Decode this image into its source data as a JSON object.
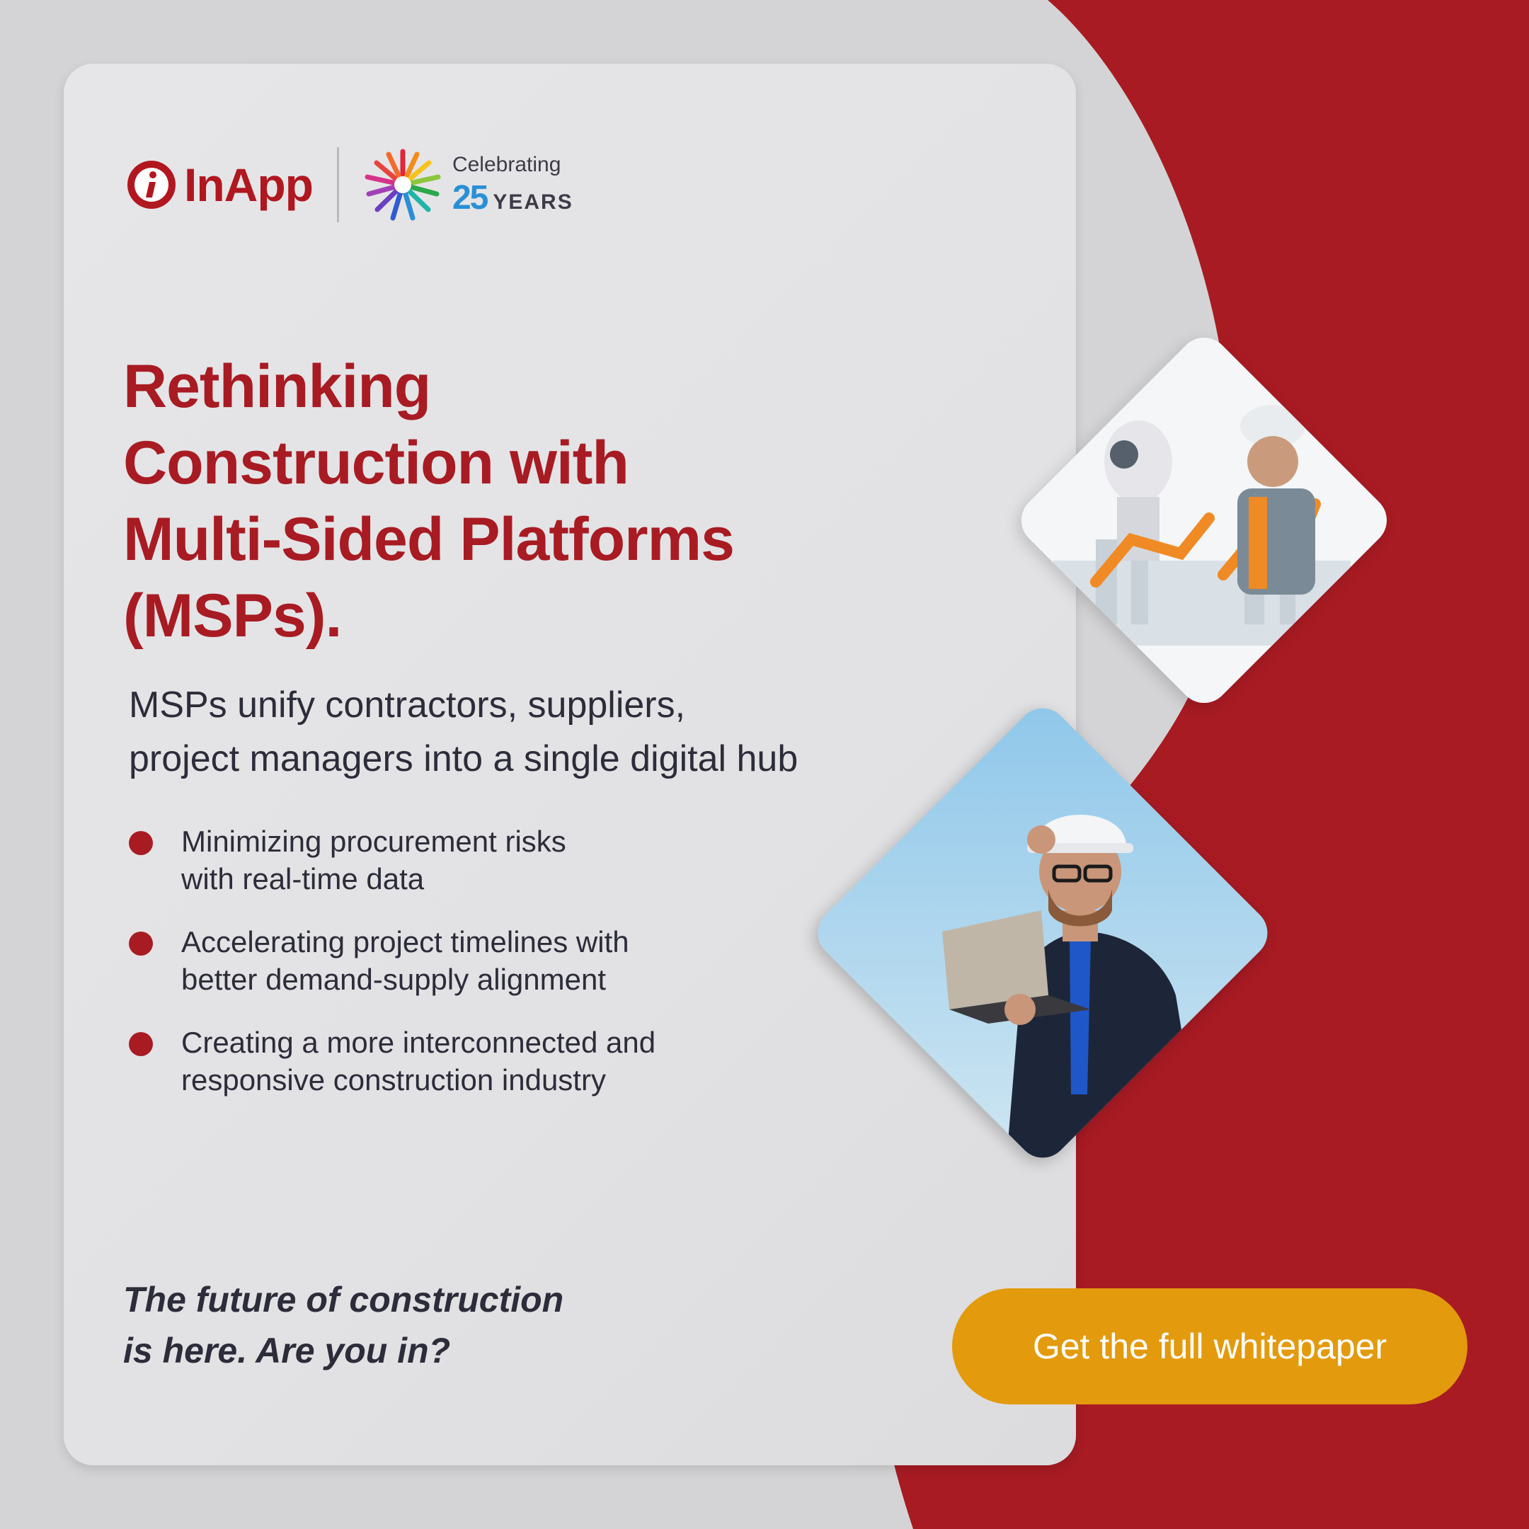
{
  "brand": {
    "logo_text": "InApp",
    "celebrating_word": "Celebrating",
    "celebrating_number": "25",
    "celebrating_years": "YEARS"
  },
  "headline_lines": [
    "Rethinking",
    "Construction with",
    "Multi-Sided Platforms",
    "(MSPs)."
  ],
  "subtitle_lines": [
    "MSPs unify contractors, suppliers,",
    "project managers into a single digital hub"
  ],
  "bullets": [
    {
      "lines": [
        "Minimizing procurement risks",
        "with real-time data"
      ]
    },
    {
      "lines": [
        "Accelerating project timelines with",
        "better demand-supply alignment"
      ]
    },
    {
      "lines": [
        "Creating a more interconnected and",
        "responsive construction industry"
      ]
    }
  ],
  "tagline_lines": [
    "The future of construction",
    "is here. Are you in?"
  ],
  "cta_label": "Get the full whitepaper",
  "colors": {
    "accent_red": "#a81b23",
    "cta_orange": "#e39a0c",
    "background": "#d4d4d6",
    "card": "#e4e4e6",
    "text_dark": "#2c2c3a"
  },
  "images": [
    {
      "name": "robot-and-worker-photo",
      "description_icon": "photo"
    },
    {
      "name": "engineer-with-laptop-photo",
      "description_icon": "photo"
    }
  ]
}
